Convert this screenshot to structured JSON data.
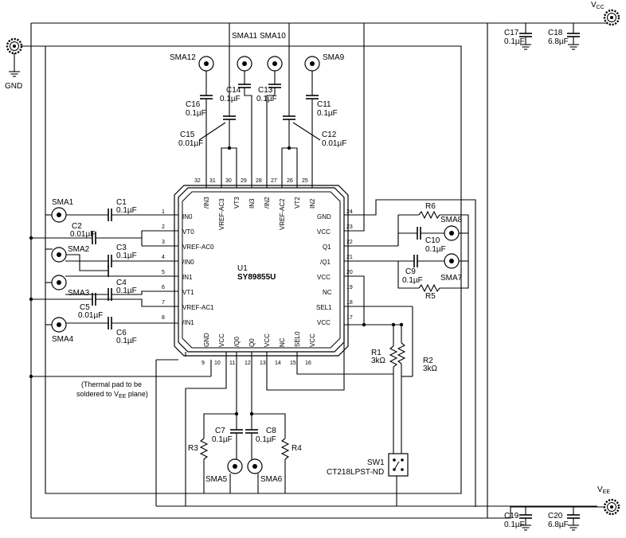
{
  "chip": {
    "designator": "U1",
    "part": "SY89855U",
    "left_pins": [
      {
        "num": "1",
        "sig": "IN0"
      },
      {
        "num": "2",
        "sig": "VT0"
      },
      {
        "num": "3",
        "sig": "VREF-AC0"
      },
      {
        "num": "4",
        "sig": "/IN0"
      },
      {
        "num": "5",
        "sig": "IN1"
      },
      {
        "num": "6",
        "sig": "VT1"
      },
      {
        "num": "7",
        "sig": "VREF-AC1"
      },
      {
        "num": "8",
        "sig": "/IN1"
      }
    ],
    "bottom_pins": [
      {
        "num": "9",
        "sig": "GND"
      },
      {
        "num": "10",
        "sig": "VCC"
      },
      {
        "num": "11",
        "sig": "/Q0"
      },
      {
        "num": "12",
        "sig": "Q0"
      },
      {
        "num": "13",
        "sig": "VCC"
      },
      {
        "num": "14",
        "sig": "NC"
      },
      {
        "num": "15",
        "sig": "SEL0"
      },
      {
        "num": "16",
        "sig": "VCC"
      }
    ],
    "right_pins": [
      {
        "num": "24",
        "sig": "GND"
      },
      {
        "num": "23",
        "sig": "VCC"
      },
      {
        "num": "22",
        "sig": "Q1"
      },
      {
        "num": "21",
        "sig": "/Q1"
      },
      {
        "num": "20",
        "sig": "VCC"
      },
      {
        "num": "19",
        "sig": "NC"
      },
      {
        "num": "18",
        "sig": "SEL1"
      },
      {
        "num": "17",
        "sig": "VCC"
      }
    ],
    "top_pins": [
      {
        "num": "32",
        "sig": "/IN3"
      },
      {
        "num": "31",
        "sig": "VREF-AC3"
      },
      {
        "num": "30",
        "sig": "VT3"
      },
      {
        "num": "29",
        "sig": "IN3"
      },
      {
        "num": "28",
        "sig": "/IN2"
      },
      {
        "num": "27",
        "sig": "VREF-AC2"
      },
      {
        "num": "26",
        "sig": "VT2"
      },
      {
        "num": "25",
        "sig": "IN2"
      }
    ]
  },
  "connectors": [
    {
      "ref": "SMA1"
    },
    {
      "ref": "SMA2"
    },
    {
      "ref": "SMA3"
    },
    {
      "ref": "SMA4"
    },
    {
      "ref": "SMA5"
    },
    {
      "ref": "SMA6"
    },
    {
      "ref": "SMA7"
    },
    {
      "ref": "SMA8"
    },
    {
      "ref": "SMA9"
    },
    {
      "ref": "SMA10"
    },
    {
      "ref": "SMA11"
    },
    {
      "ref": "SMA12"
    }
  ],
  "capacitors": [
    {
      "ref": "C1",
      "val": "0.1µF"
    },
    {
      "ref": "C2",
      "val": "0.01µF"
    },
    {
      "ref": "C3",
      "val": "0.1µF"
    },
    {
      "ref": "C4",
      "val": "0.1µF"
    },
    {
      "ref": "C5",
      "val": "0.01µF"
    },
    {
      "ref": "C6",
      "val": "0.1µF"
    },
    {
      "ref": "C7",
      "val": "0.1µF"
    },
    {
      "ref": "C8",
      "val": "0.1µF"
    },
    {
      "ref": "C9",
      "val": "0.1µF"
    },
    {
      "ref": "C10",
      "val": "0.1µF"
    },
    {
      "ref": "C11",
      "val": "0.1µF"
    },
    {
      "ref": "C12",
      "val": "0.01µF"
    },
    {
      "ref": "C13",
      "val": "0.1µF"
    },
    {
      "ref": "C14",
      "val": "0.1µF"
    },
    {
      "ref": "C15",
      "val": "0.01µF"
    },
    {
      "ref": "C16",
      "val": "0.1µF"
    },
    {
      "ref": "C17",
      "val": "0.1µF"
    },
    {
      "ref": "C18",
      "val": "6.8µF"
    },
    {
      "ref": "C19",
      "val": "0.1µF"
    },
    {
      "ref": "C20",
      "val": "6.8µF"
    }
  ],
  "resistors": [
    {
      "ref": "R1",
      "val": "3kΩ"
    },
    {
      "ref": "R2",
      "val": "3kΩ"
    },
    {
      "ref": "R3",
      "val": ""
    },
    {
      "ref": "R4",
      "val": ""
    },
    {
      "ref": "R5",
      "val": ""
    },
    {
      "ref": "R6",
      "val": ""
    }
  ],
  "switch": {
    "ref": "SW1",
    "part": "CT218LPST-ND"
  },
  "power": {
    "vcc_main": "V",
    "vcc_sub": "CC",
    "vee_main": "V",
    "vee_sub": "EE",
    "gnd": "GND"
  },
  "note": {
    "line1": "(Thermal pad to be",
    "line2_main": "soldered to V",
    "line2_sub": "EE",
    "line2_end": " plane)"
  }
}
